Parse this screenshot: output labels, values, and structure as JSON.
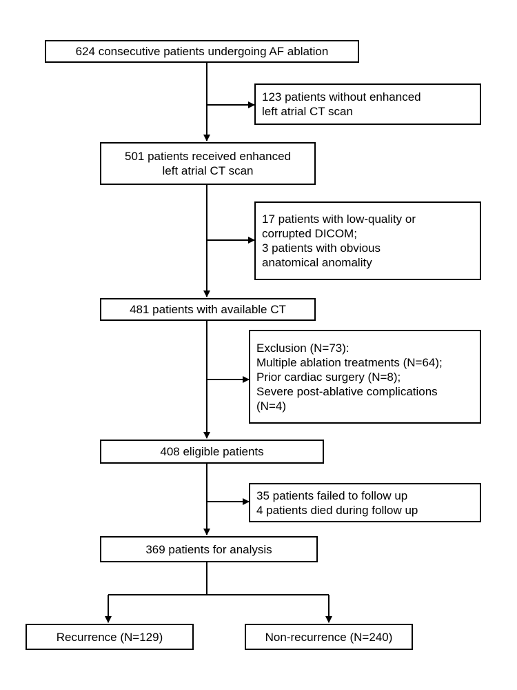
{
  "main_flow": {
    "enrolled": {
      "lines": [
        "624 consecutive patients undergoing AF ablation"
      ]
    },
    "with_ct": {
      "lines": [
        "501 patients received enhanced",
        "left atrial CT scan"
      ]
    },
    "available_ct": {
      "lines": [
        "481 patients with available CT"
      ]
    },
    "eligible": {
      "lines": [
        "408 eligible patients"
      ]
    },
    "analysis": {
      "lines": [
        "369 patients for analysis"
      ]
    }
  },
  "exclusions": {
    "no_ct": {
      "lines": [
        "123 patients without enhanced",
        "left atrial CT scan"
      ]
    },
    "bad_dicom": {
      "lines": [
        "17 patients with low-quality or",
        "corrupted DICOM;",
        "3 patients with obvious",
        "anatomical anomality"
      ]
    },
    "criteria": {
      "lines": [
        "Exclusion (N=73):",
        "Multiple ablation treatments (N=64);",
        "Prior cardiac surgery (N=8);",
        "Severe post-ablative complications",
        "(N=4)"
      ]
    },
    "follow_up": {
      "lines": [
        "35 patients failed to follow up",
        "4 patients died during follow up"
      ]
    }
  },
  "outcomes": {
    "recurrence": {
      "lines": [
        "Recurrence (N=129)"
      ]
    },
    "non_recurrence": {
      "lines": [
        "Non-recurrence (N=240)"
      ]
    }
  }
}
